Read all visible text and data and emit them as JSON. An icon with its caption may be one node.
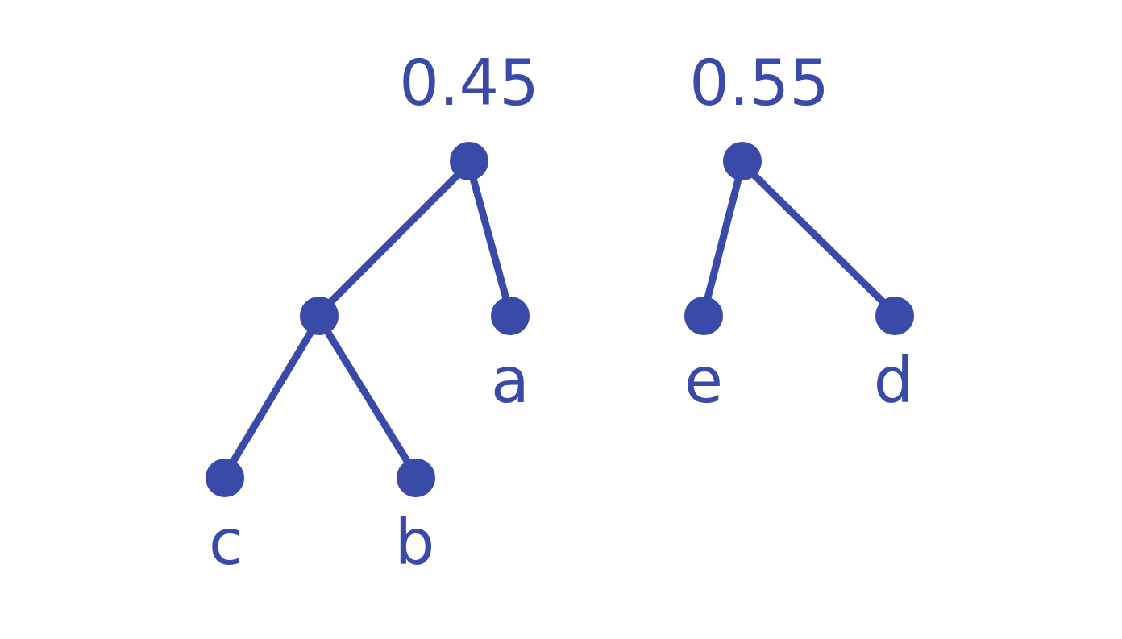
{
  "diagram": {
    "nodes": [
      {
        "text": [],
        "shape": "circle",
        "beside": [
          "0.45"
        ]
      },
      {
        "text": [],
        "shape": "circle",
        "beside": [
          "0.55"
        ]
      },
      {
        "text": [],
        "shape": "circle"
      },
      {
        "text": [],
        "shape": "circle",
        "beside": [
          "a"
        ]
      },
      {
        "text": [],
        "shape": "circle",
        "beside": [
          "e"
        ]
      },
      {
        "text": [],
        "shape": "circle",
        "beside": [
          "d"
        ]
      },
      {
        "text": [],
        "shape": "circle",
        "beside": [
          "c"
        ]
      },
      {
        "text": [],
        "shape": "circle",
        "beside": [
          "b"
        ]
      }
    ],
    "edges": [
      {
        "from": 0,
        "to": 2,
        "arrow": "none"
      },
      {
        "from": 0,
        "to": 3,
        "arrow": "none"
      },
      {
        "from": 2,
        "to": 6,
        "arrow": "none"
      },
      {
        "from": 2,
        "to": 7,
        "arrow": "none"
      },
      {
        "from": 1,
        "to": 4,
        "arrow": "none"
      },
      {
        "from": 1,
        "to": 5,
        "arrow": "none"
      }
    ]
  }
}
